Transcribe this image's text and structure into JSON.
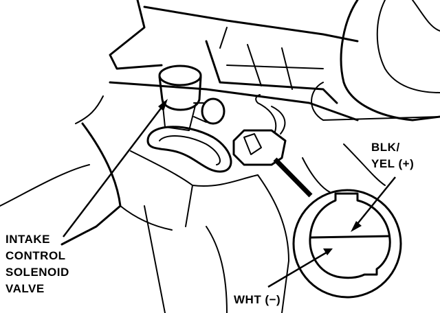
{
  "labels": {
    "intake_valve": [
      "INTAKE",
      "CONTROL",
      "SOLENOID",
      "VALVE"
    ],
    "blk_yel": [
      "BLK/",
      "YEL (+)"
    ],
    "wht": "WHT (−)"
  },
  "colors": {
    "ink": "#000000",
    "paper": "#ffffff"
  }
}
